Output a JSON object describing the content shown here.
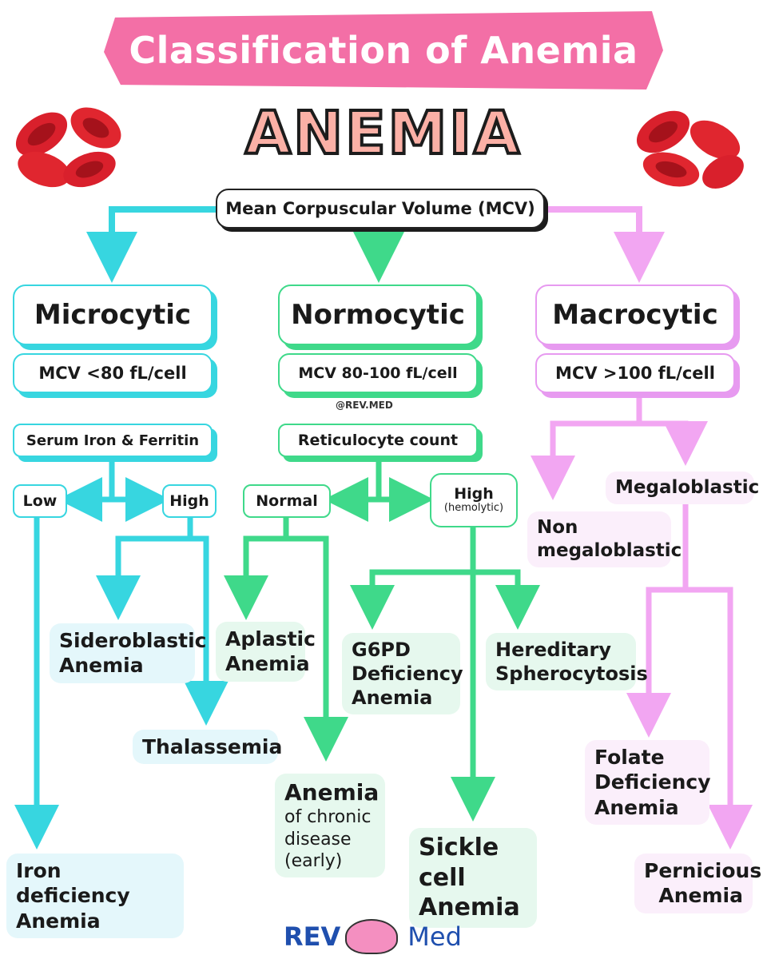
{
  "banner_title": "Classification of Anemia",
  "main_title": "ANEMIA",
  "mcv_box": "Mean Corpuscular Volume (MCV)",
  "watermark": "@REV.MED",
  "colors": {
    "banner": "#f36fa6",
    "cyan": "#37d6e0",
    "green": "#3fd98a",
    "pink": "#e79af0"
  },
  "microcytic": {
    "title": "Microcytic",
    "mcv": "MCV <80 fL/cell",
    "test": "Serum Iron & Ferritin",
    "low": "Low",
    "high": "High",
    "sideroblastic": "Sideroblastic Anemia",
    "thalassemia": "Thalassemia",
    "iron_def": "Iron deficiency Anemia"
  },
  "normocytic": {
    "title": "Normocytic",
    "mcv": "MCV 80-100 fL/cell",
    "test": "Reticulocyte count",
    "normal": "Normal",
    "high": "High",
    "high_sub": "(hemolytic)",
    "aplastic": "Aplastic Anemia",
    "chronic_1": "Anemia",
    "chronic_2": "of chronic disease (early)",
    "g6pd": "G6PD Deficiency Anemia",
    "spherocytosis": "Hereditary Spherocytosis",
    "sickle": "Sickle cell Anemia"
  },
  "macrocytic": {
    "title": "Macrocytic",
    "mcv": "MCV >100 fL/cell",
    "non_mega": "Non megaloblastic",
    "mega": "Megaloblastic",
    "folate": "Folate Deficiency Anemia",
    "pernicious": "Pernicious Anemia"
  },
  "footer": {
    "rev": "REV",
    "med": "Med"
  }
}
